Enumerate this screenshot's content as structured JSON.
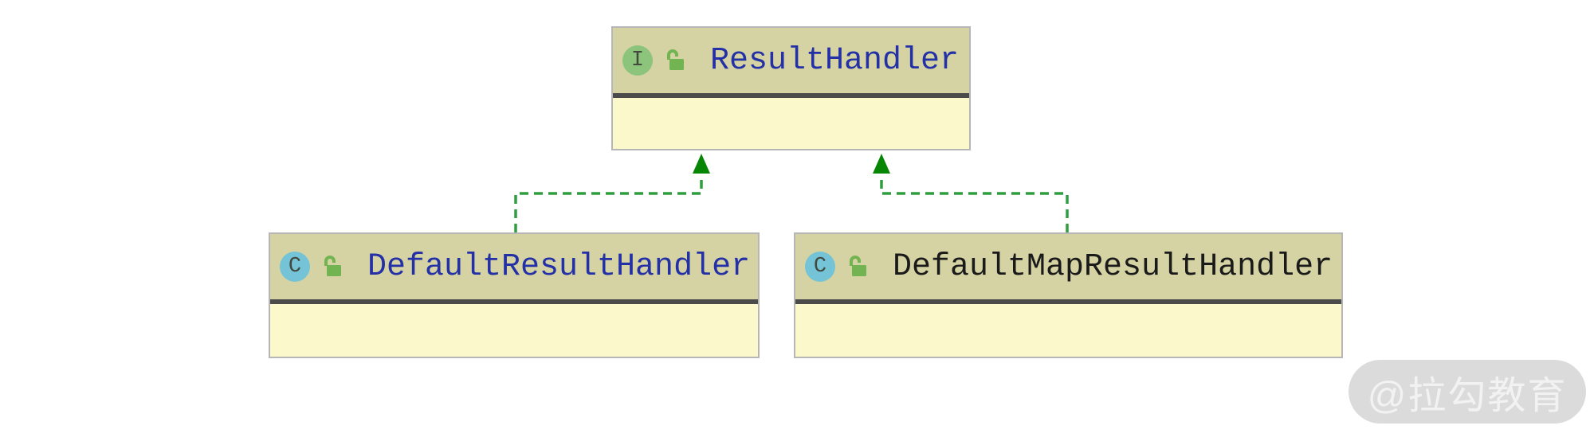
{
  "diagram": {
    "type": "uml-class-diagram",
    "background_color": "#ffffff",
    "colors": {
      "node_header_bg": "#d5d3a3",
      "node_body_bg": "#fbf9cc",
      "node_border": "#b6b6b6",
      "node_separator": "#4b4b4b",
      "interface_icon_bg": "#8cc47c",
      "class_icon_bg": "#74c3d6",
      "icon_letter_color": "#43493f",
      "lock_icon_color": "#72b352",
      "edge_dash_color": "#2f9e3e",
      "edge_arrow_color": "#078606",
      "label_blue": "#2330a6",
      "label_black": "#1a1a1a",
      "watermark_bg": "#dbdbdb",
      "watermark_text_color": "#f2f2f2"
    },
    "nodes": {
      "result_handler": {
        "label": "ResultHandler",
        "stereotype": "interface",
        "icon_letter": "I",
        "visibility": "public-unlocked"
      },
      "default_result_handler": {
        "label": "DefaultResultHandler",
        "stereotype": "class",
        "icon_letter": "C",
        "visibility": "public-unlocked"
      },
      "default_map_result_handler": {
        "label": "DefaultMapResultHandler",
        "stereotype": "class",
        "icon_letter": "C",
        "visibility": "public-unlocked"
      }
    },
    "edges": [
      {
        "from": "DefaultResultHandler",
        "to": "ResultHandler",
        "type": "implements",
        "style": "dashed-green-hollowless-arrow"
      },
      {
        "from": "DefaultMapResultHandler",
        "to": "ResultHandler",
        "type": "implements",
        "style": "dashed-green-hollowless-arrow"
      }
    ],
    "watermark": {
      "text": "@拉勾教育"
    }
  }
}
